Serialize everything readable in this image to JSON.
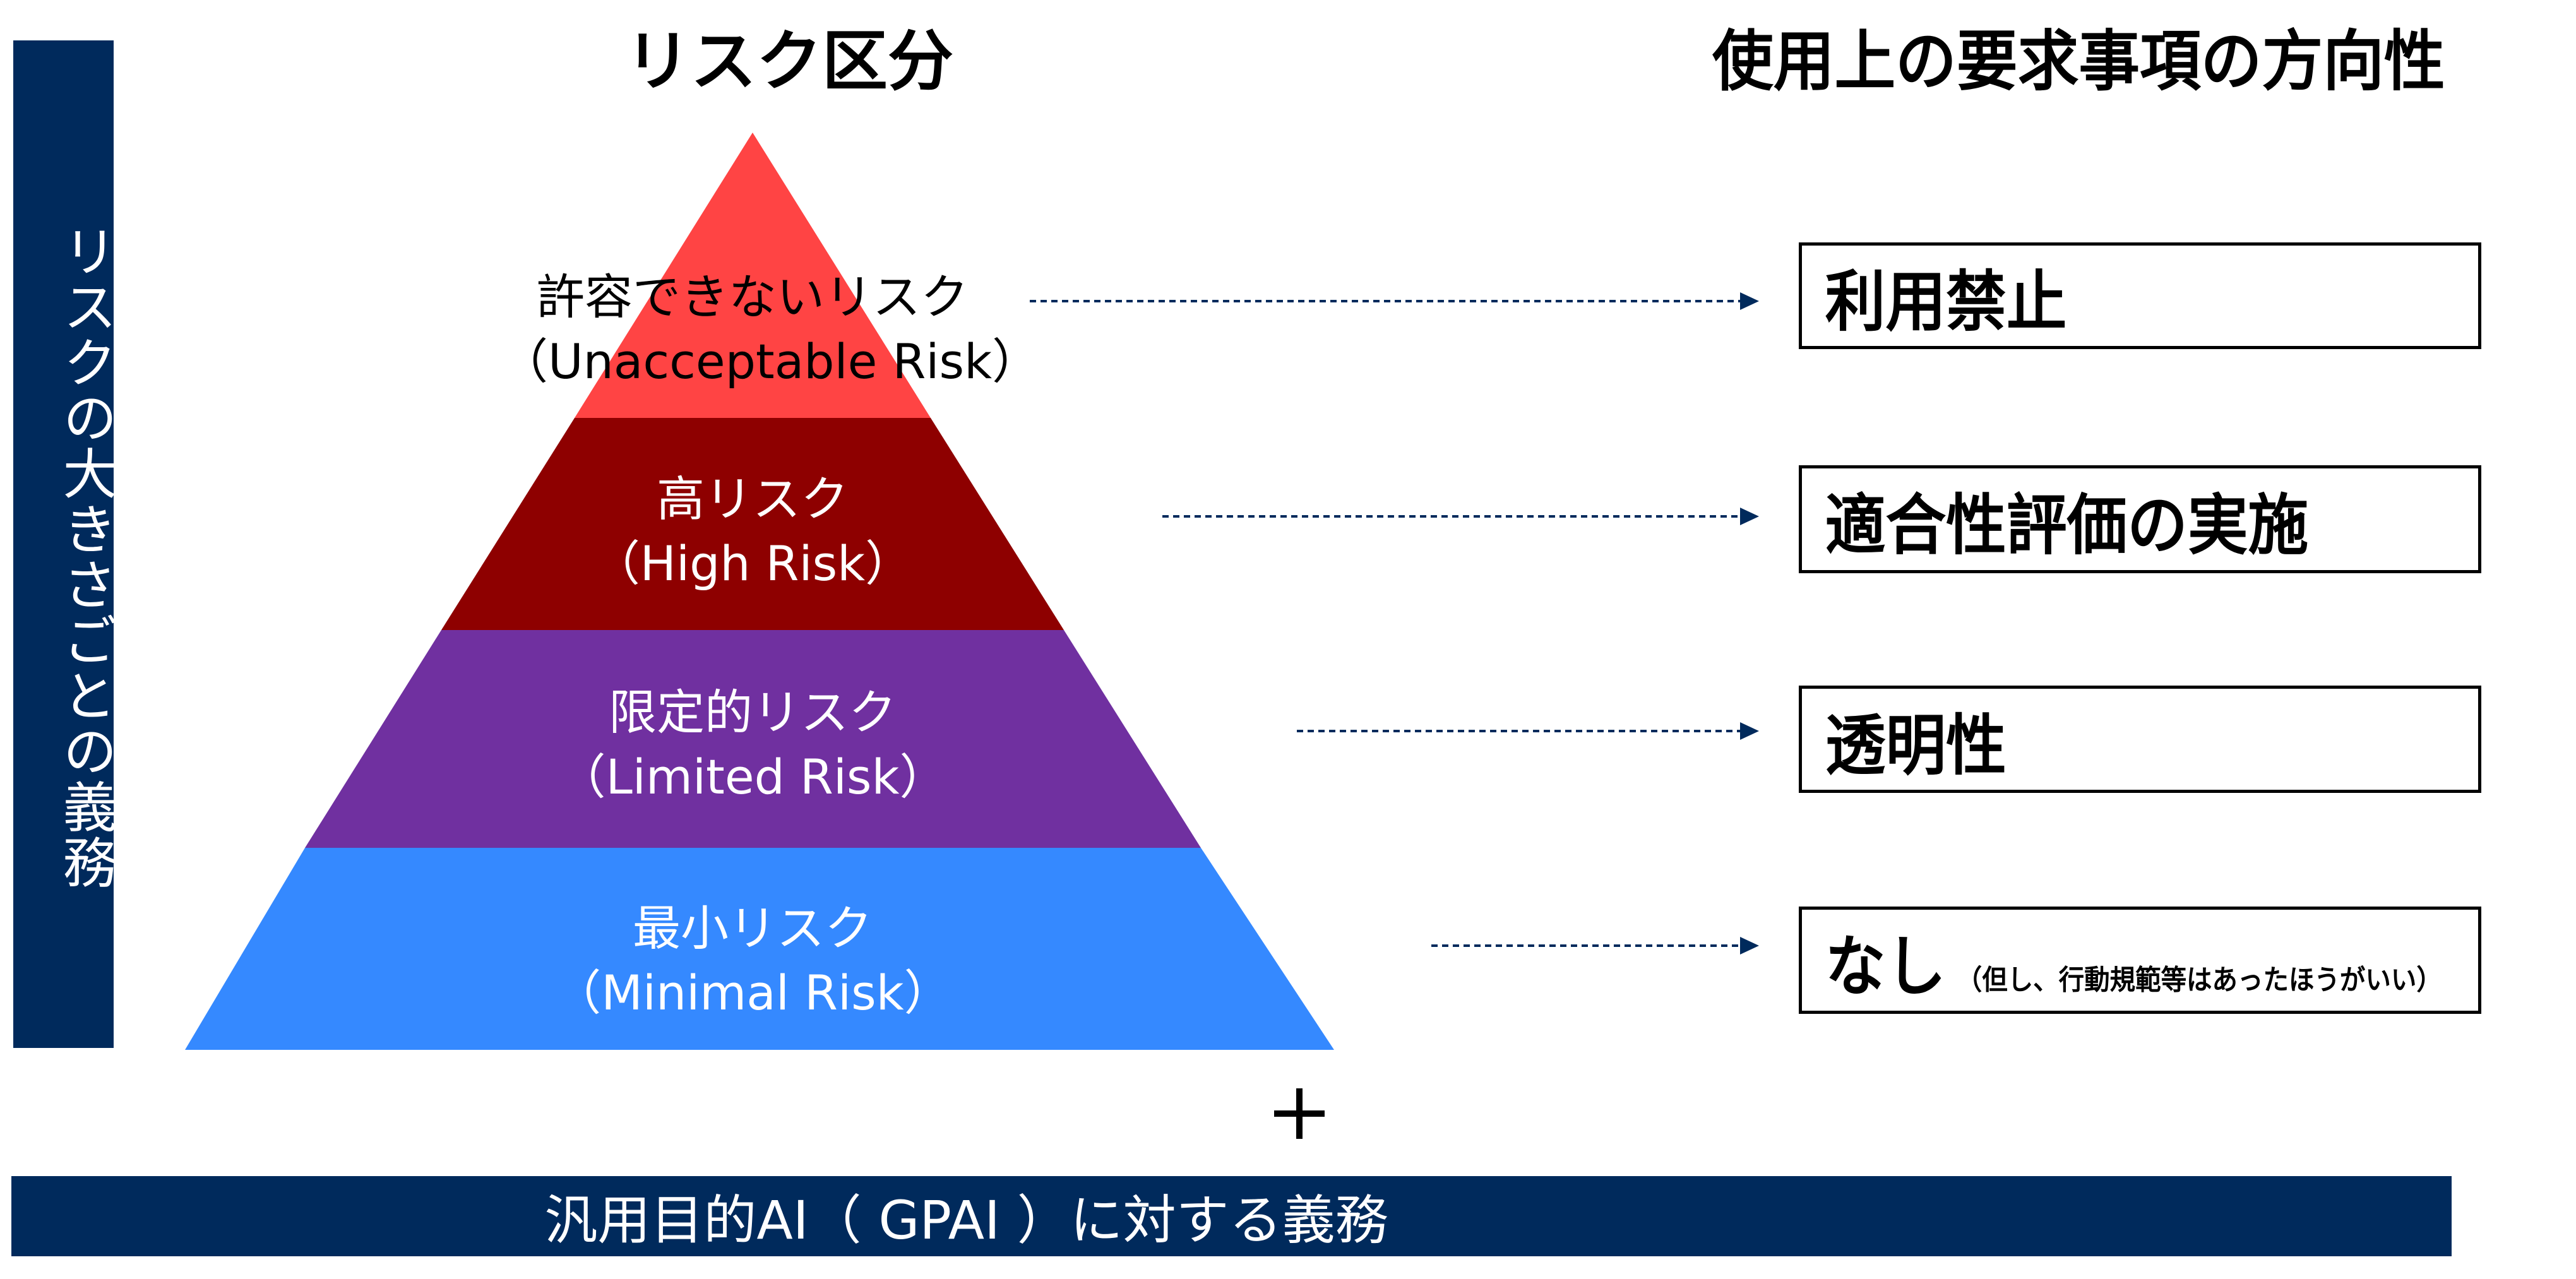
{
  "side_label": "リスクの大きさごとの義務",
  "headings": {
    "left": "リスク区分",
    "right": "使用上の要求事項の方向性"
  },
  "colors": {
    "navy": "#002A5C",
    "unacceptable": "#FF4444",
    "high": "#8E0000",
    "limited": "#7030A0",
    "minimal": "#3589FF"
  },
  "tiers": [
    {
      "name_ja": "許容できないリスク",
      "name_en": "（Unacceptable Risk）",
      "requirement": "利用禁止",
      "note": ""
    },
    {
      "name_ja": "高リスク",
      "name_en": "（High Risk）",
      "requirement": "適合性評価の実施",
      "note": ""
    },
    {
      "name_ja": "限定的リスク",
      "name_en": "（Limited Risk）",
      "requirement": "透明性",
      "note": ""
    },
    {
      "name_ja": "最小リスク",
      "name_en": "（Minimal Risk）",
      "requirement": "なし",
      "note": "（但し、行動規範等はあったほうがいい）"
    }
  ],
  "plus_symbol": "+",
  "bottom_label": "汎用目的AI（ GPAI ）に対する義務"
}
